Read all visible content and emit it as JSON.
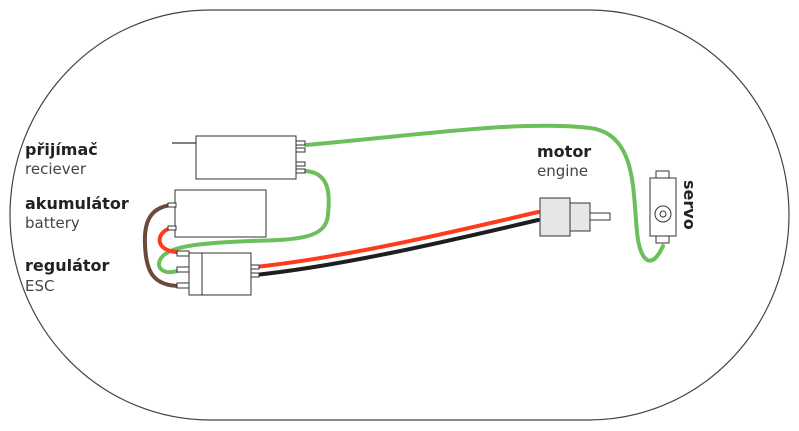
{
  "colors": {
    "signal": "#6cbf5a",
    "power_positive": "#ff3b1f",
    "power_negative": "#1e1e1e",
    "battery_lead": "#6b4a3a",
    "outline": "#333333",
    "component_fill": "#ffffff",
    "motor_fill": "#e6e6e6"
  },
  "components": {
    "receiver": {
      "name": "přijímač",
      "name_en": "reciever"
    },
    "battery": {
      "name": "akumulátor",
      "name_en": "battery"
    },
    "esc": {
      "name": "regulátor",
      "name_en": "ESC"
    },
    "motor": {
      "name": "motor",
      "name_en": "engine"
    },
    "servo": {
      "name": "servo"
    }
  }
}
